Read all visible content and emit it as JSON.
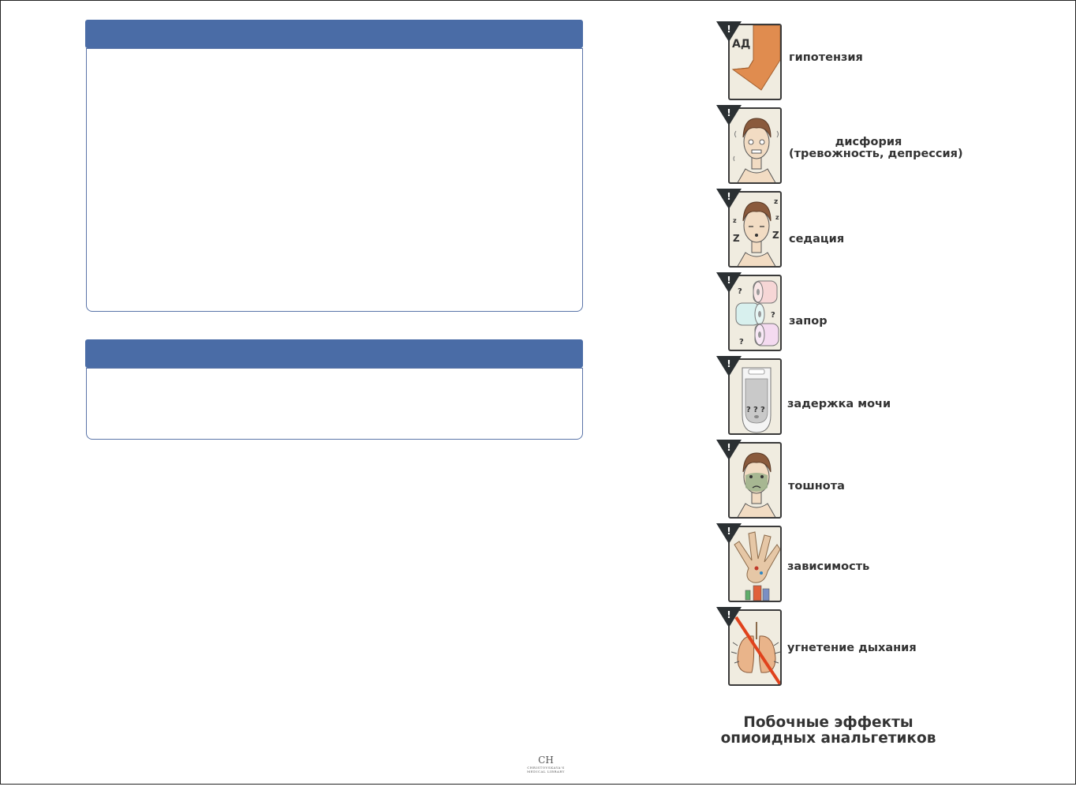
{
  "side_effects": [
    {
      "label": "гипотензия",
      "icon": "blood-pressure-drop-icon"
    },
    {
      "label_line1": "дисфория",
      "label_line2": "(тревожность, депрессия)",
      "icon": "anxious-person-icon"
    },
    {
      "label": "седация",
      "icon": "sleepy-person-icon"
    },
    {
      "label": "запор",
      "icon": "toilet-paper-rolls-icon"
    },
    {
      "label": "задержка мочи",
      "icon": "urinal-icon"
    },
    {
      "label": "тошнота",
      "icon": "nauseous-person-icon"
    },
    {
      "label": "зависимость",
      "icon": "addiction-hand-pills-icon"
    },
    {
      "label": "угнетение дыхания",
      "icon": "crossed-lungs-icon"
    }
  ],
  "bp_card_text": "АД",
  "warning_mark": "!",
  "footer": {
    "line1": "Побочные эффекты",
    "line2": "опиоидных анальгетиков"
  },
  "logo": {
    "main": "CH",
    "sub1": "CHRISTOVSKAYA'S",
    "sub2": "MEDICAL LIBRARY"
  },
  "colors": {
    "header_blue": "#4a6ca6",
    "card_bg": "#f0ece0",
    "warning_dark": "#2b3033",
    "accent_orange": "#e08c4f",
    "cross_red": "#e0421c"
  }
}
